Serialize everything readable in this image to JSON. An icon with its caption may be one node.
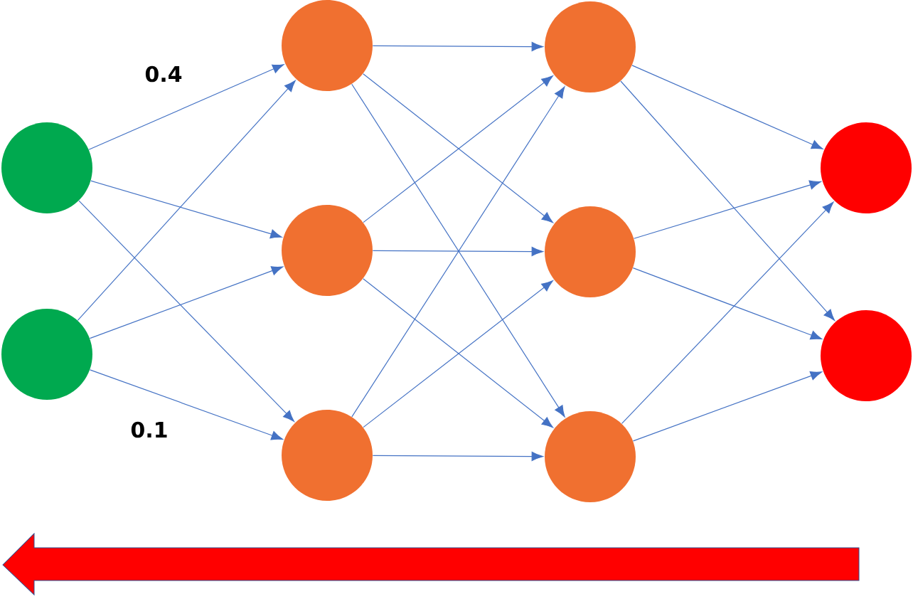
{
  "diagram": {
    "nodes": [
      {
        "text": [],
        "shape": "circle"
      },
      {
        "text": [],
        "shape": "circle"
      },
      {
        "text": [],
        "shape": "circle"
      },
      {
        "text": [],
        "shape": "circle"
      },
      {
        "text": [],
        "shape": "circle"
      },
      {
        "text": [],
        "shape": "circle"
      },
      {
        "text": [],
        "shape": "circle"
      },
      {
        "text": [],
        "shape": "circle"
      },
      {
        "text": [],
        "shape": "circle"
      },
      {
        "text": [],
        "shape": "circle"
      }
    ],
    "edges": [
      {
        "from": 0,
        "to": 2,
        "arrow": "to"
      },
      {
        "from": 0,
        "to": 3,
        "arrow": "to"
      },
      {
        "from": 0,
        "to": 4,
        "arrow": "to"
      },
      {
        "from": 1,
        "to": 2,
        "arrow": "to"
      },
      {
        "from": 1,
        "to": 3,
        "arrow": "to"
      },
      {
        "from": 1,
        "to": 4,
        "arrow": "to"
      },
      {
        "from": 2,
        "to": 5,
        "arrow": "to"
      },
      {
        "from": 2,
        "to": 6,
        "arrow": "to"
      },
      {
        "from": 2,
        "to": 7,
        "arrow": "to"
      },
      {
        "from": 3,
        "to": 5,
        "arrow": "to"
      },
      {
        "from": 3,
        "to": 6,
        "arrow": "to"
      },
      {
        "from": 3,
        "to": 7,
        "arrow": "to"
      },
      {
        "from": 4,
        "to": 5,
        "arrow": "to"
      },
      {
        "from": 4,
        "to": 6,
        "arrow": "to"
      },
      {
        "from": 4,
        "to": 7,
        "arrow": "to"
      },
      {
        "from": 5,
        "to": 8,
        "arrow": "to"
      },
      {
        "from": 5,
        "to": 9,
        "arrow": "to"
      },
      {
        "from": 6,
        "to": 8,
        "arrow": "to"
      },
      {
        "from": 6,
        "to": 9,
        "arrow": "to"
      },
      {
        "from": 7,
        "to": 8,
        "arrow": "to"
      },
      {
        "from": 7,
        "to": 9,
        "arrow": "to"
      }
    ],
    "labels": [
      "0.4",
      "0.1"
    ]
  }
}
